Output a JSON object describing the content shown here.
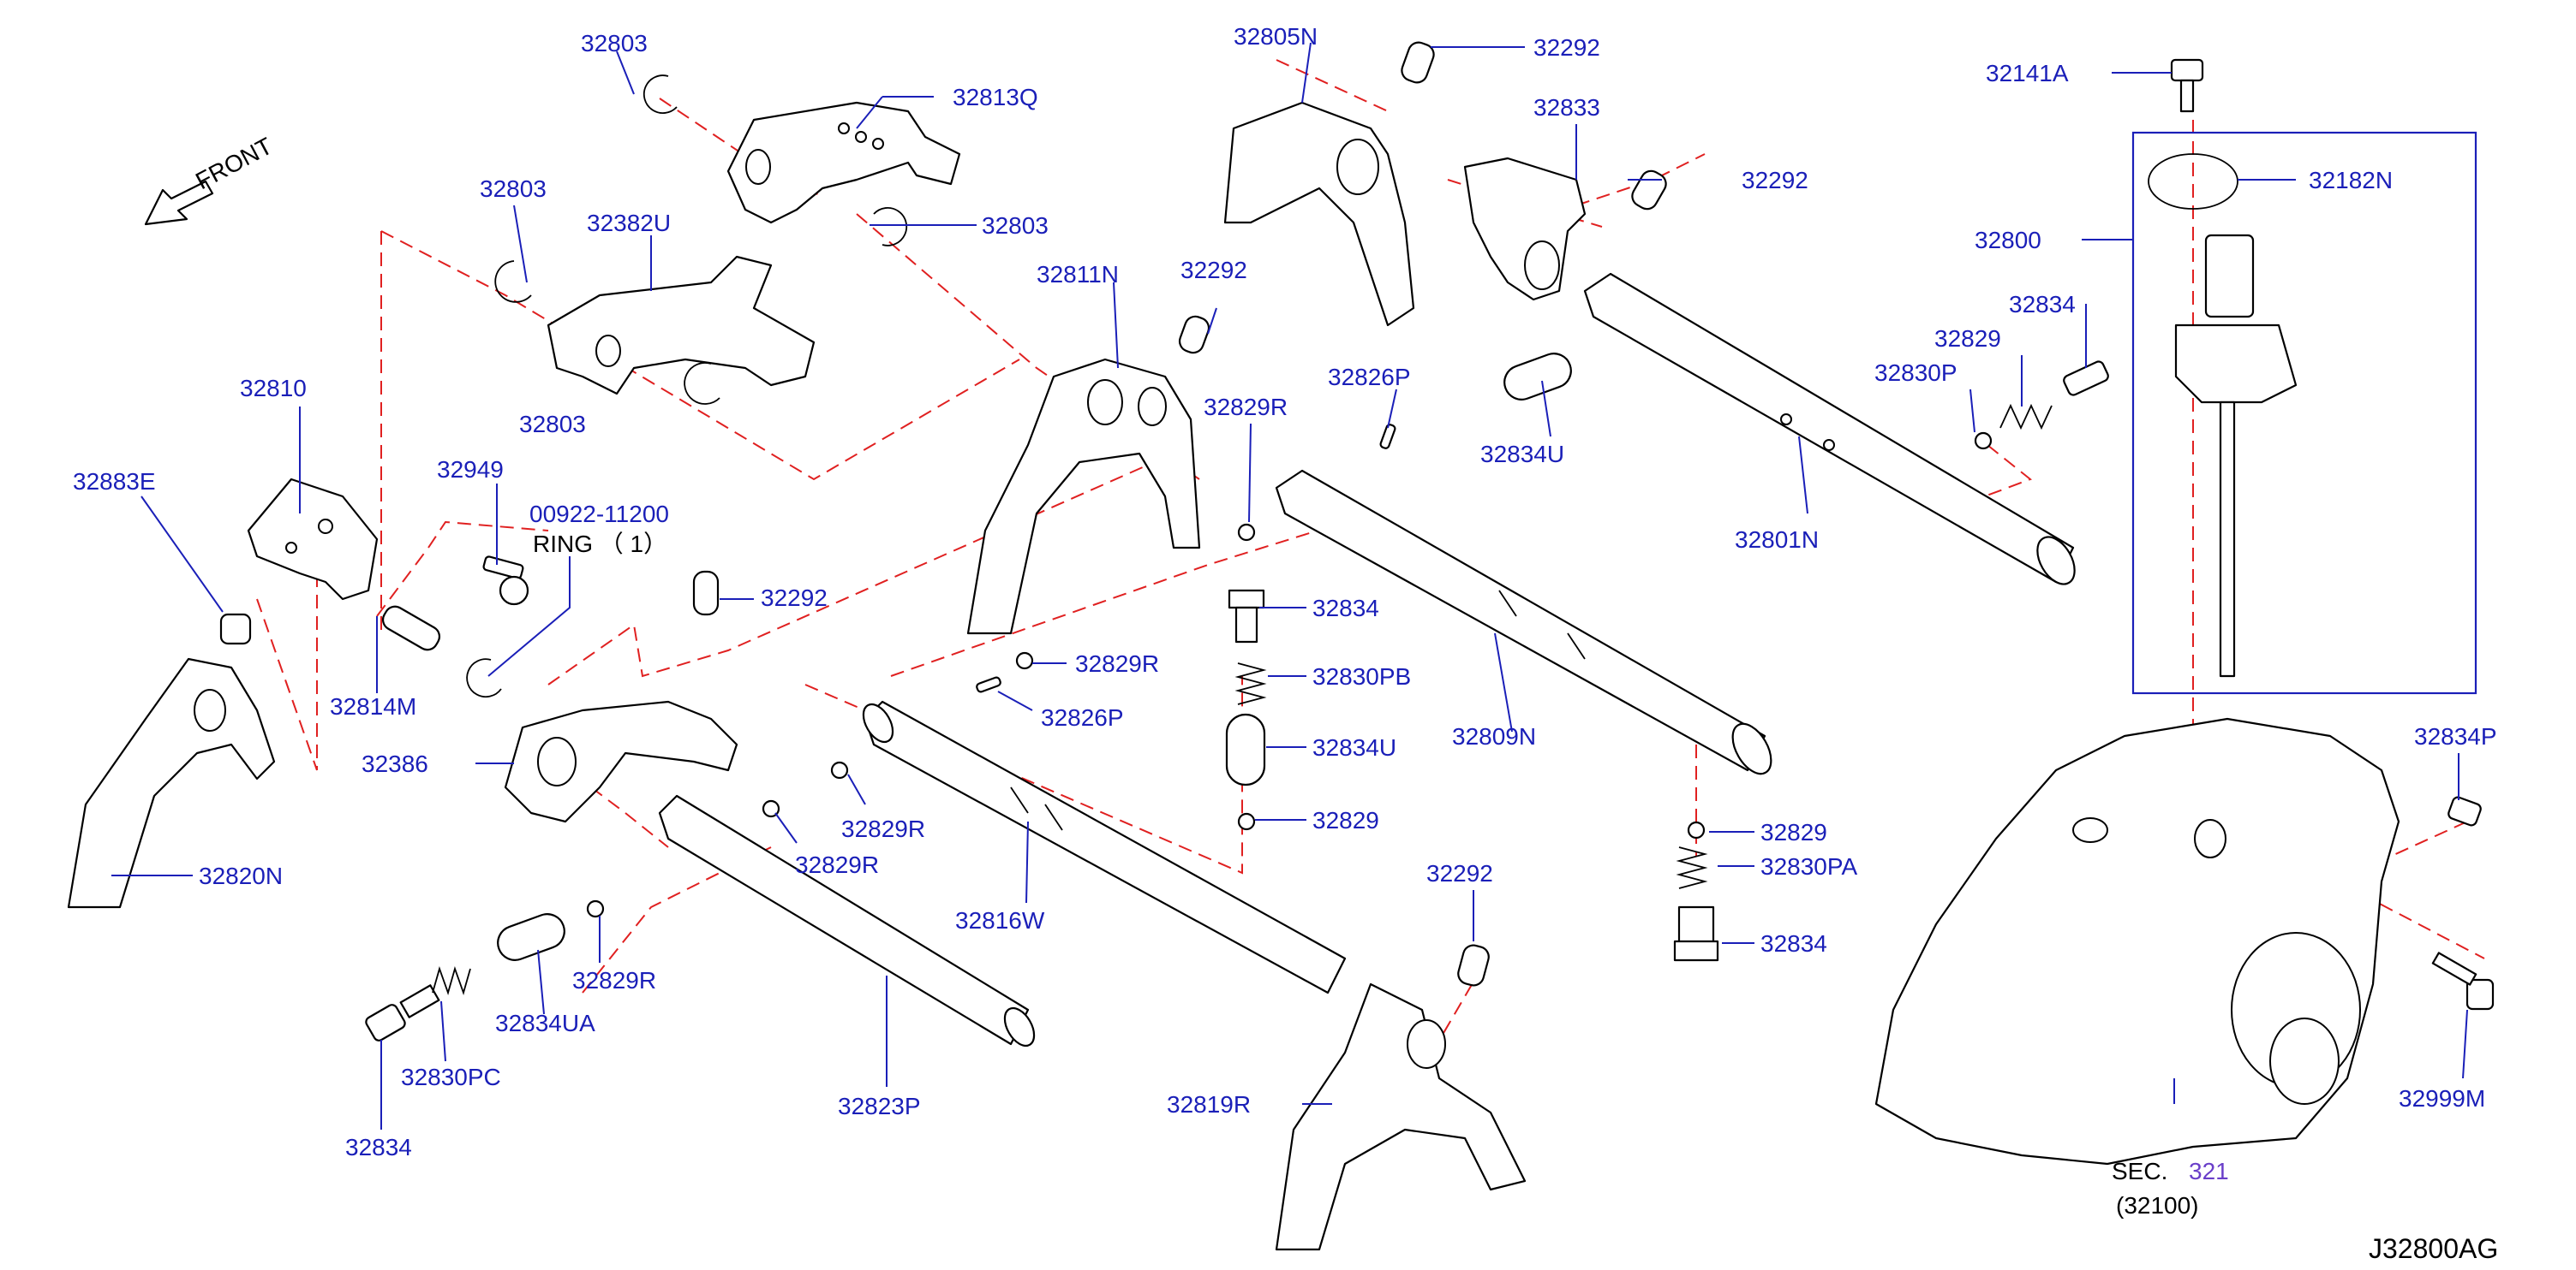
{
  "diagram_code": "J32800AG",
  "direction": {
    "label": "FRONT",
    "icon": "front-arrow-icon"
  },
  "callouts": {
    "p32803_a": "32803",
    "p32803_b": "32803",
    "p32803_c": "32803",
    "p32803_d": "32803",
    "p32813q": "32813Q",
    "p32382u": "32382U",
    "p32805n": "32805N",
    "p32292_a": "32292",
    "p32292_b": "32292",
    "p32292_c": "32292",
    "p32292_d": "32292",
    "p32292_e": "32292",
    "p32833": "32833",
    "p32141a": "32141A",
    "p32182n": "32182N",
    "p32800": "32800",
    "p32834_a": "32834",
    "p32834_b": "32834",
    "p32834_c": "32834",
    "p32834_d": "32834",
    "p32829_a": "32829",
    "p32829_b": "32829",
    "p32829_c": "32829",
    "p32830p": "32830P",
    "p32834u_a": "32834U",
    "p32834u_b": "32834U",
    "p32801n": "32801N",
    "p32811n": "32811N",
    "p32826p_a": "32826P",
    "p32826p_b": "32826P",
    "p32829r_a": "32829R",
    "p32829r_b": "32829R",
    "p32829r_c": "32829R",
    "p32829r_d": "32829R",
    "p32829r_e": "32829R",
    "p32810": "32810",
    "p32883e": "32883E",
    "p32949": "32949",
    "p00922": "00922-11200",
    "ring_text": "RING （ 1）",
    "p32814m": "32814M",
    "p32386": "32386",
    "p32820n": "32820N",
    "p32830pb": "32830PB",
    "p32809n": "32809N",
    "p32830pa": "32830PA",
    "p32816w": "32816W",
    "p32834ua": "32834UA",
    "p32830pc": "32830PC",
    "p32823p": "32823P",
    "p32819r": "32819R",
    "p32834p": "32834P",
    "p32999m": "32999M",
    "sec_label": "SEC.",
    "sec_number": "321",
    "sec_part": "(32100)"
  },
  "colors": {
    "callout": "#1a1fb8",
    "phantom_line": "#e02020",
    "section_link": "#6a3fc9",
    "outline": "#000000"
  }
}
